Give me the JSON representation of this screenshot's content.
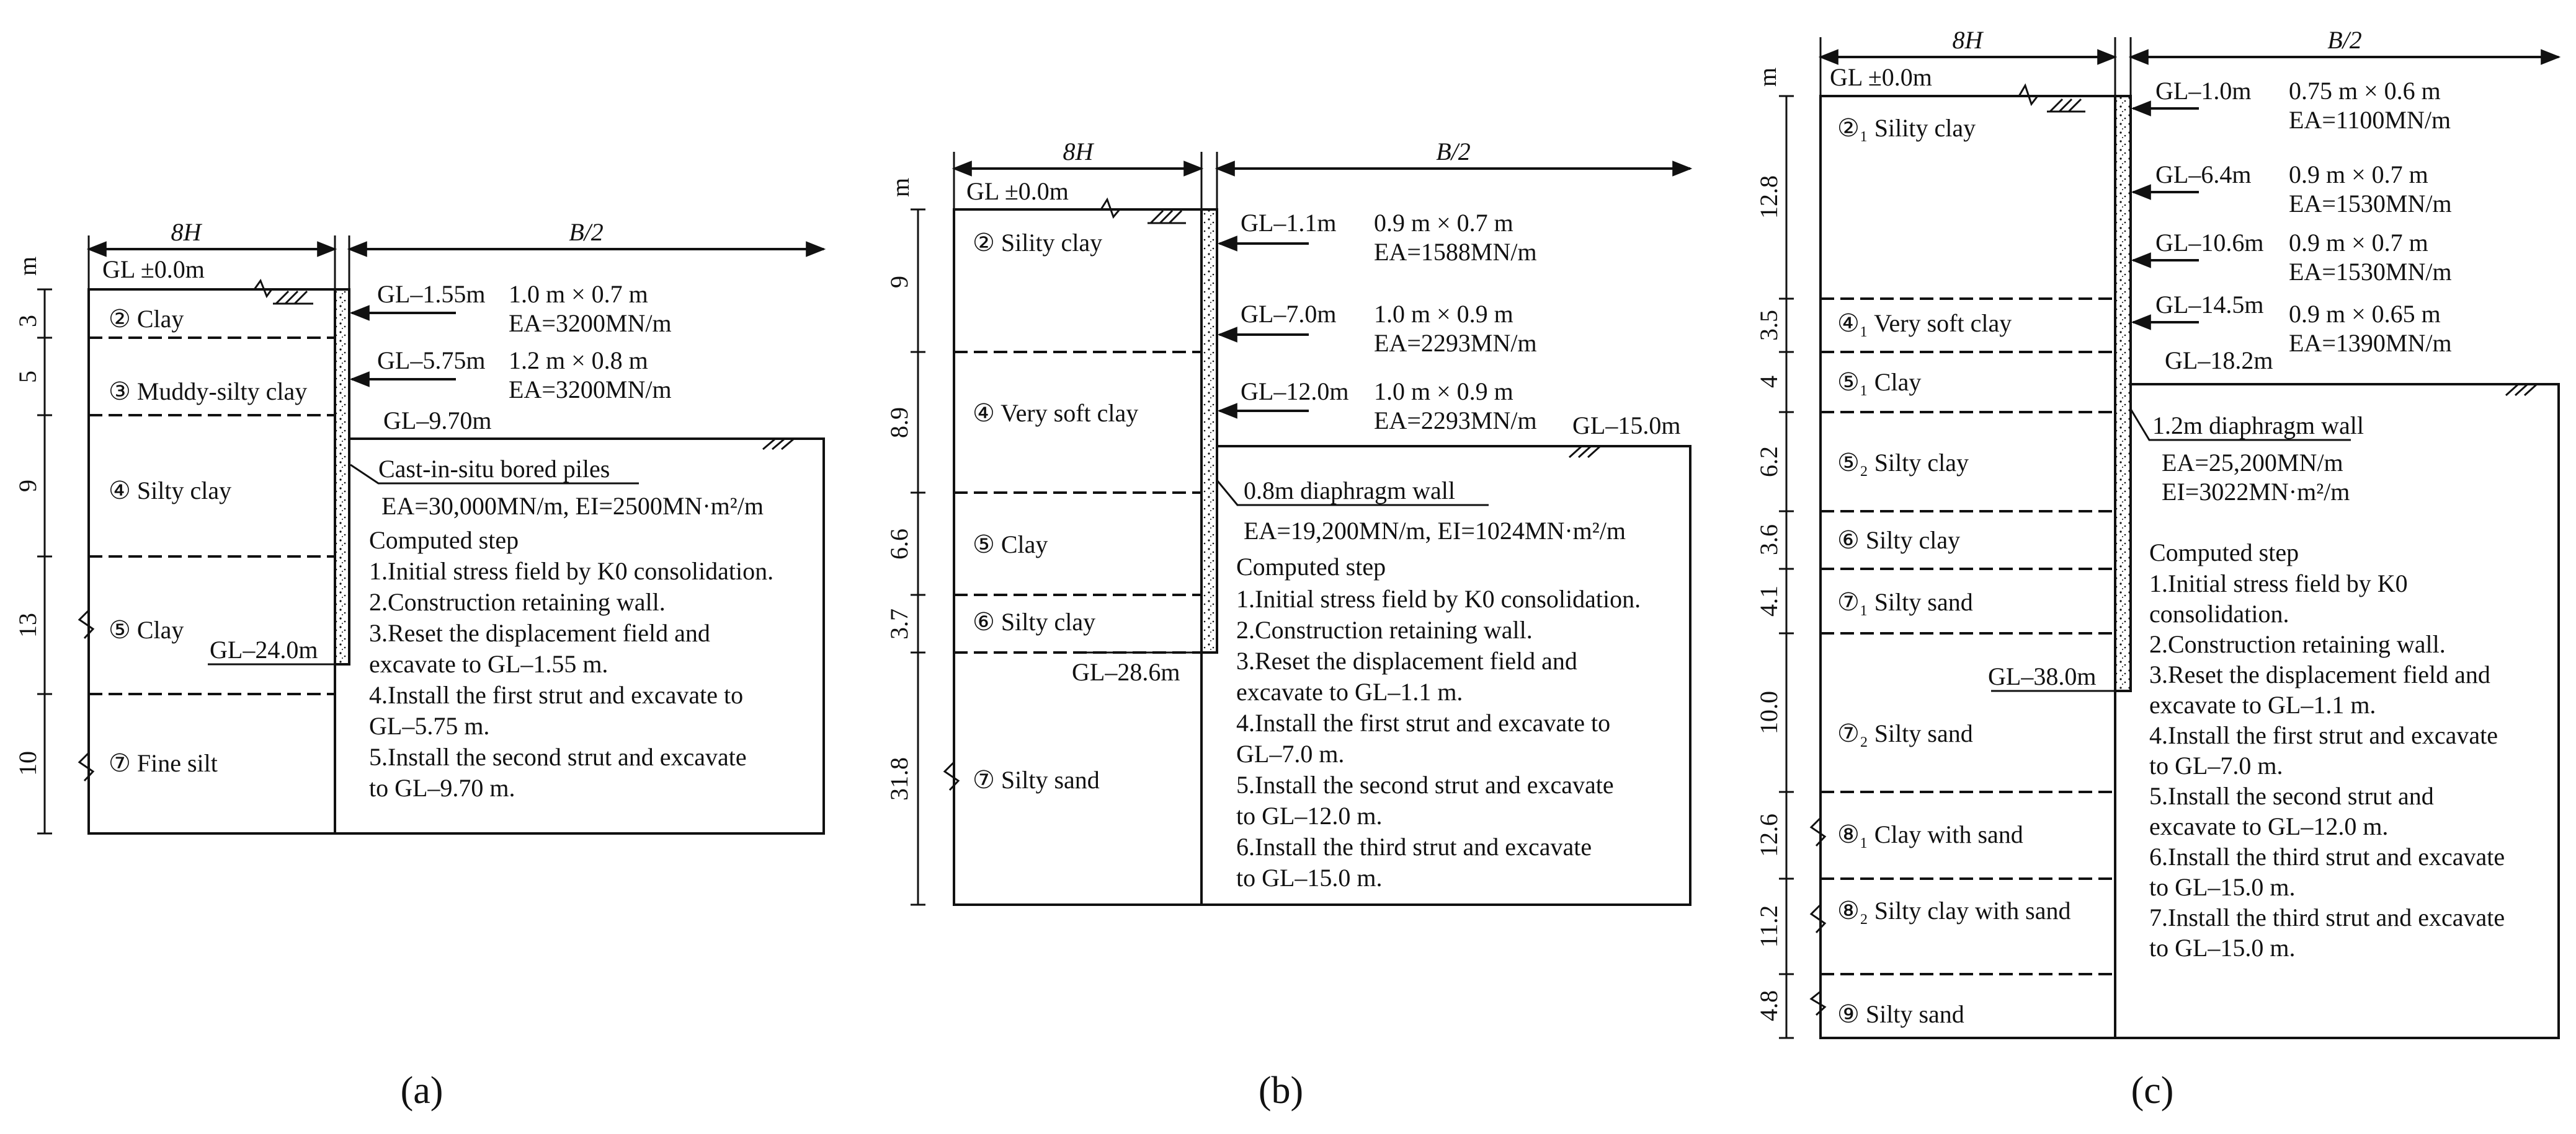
{
  "common": {
    "width_label": "8H",
    "half_width_label": "B/2",
    "depth_unit": "m",
    "ground_level": "GL ±0.0m",
    "computed_step_heading": "Computed step"
  },
  "panels": [
    {
      "id": "a",
      "caption": "(a)",
      "layers": [
        {
          "thickness": "3",
          "name": "② Clay"
        },
        {
          "thickness": "5",
          "name": "③ Muddy-silty clay"
        },
        {
          "thickness": "9",
          "name": "④ Silty  clay"
        },
        {
          "thickness": "13",
          "name": "⑤ Clay"
        },
        {
          "thickness": "10",
          "name": "⑦ Fine silt"
        }
      ],
      "struts": [
        {
          "level": "GL–1.55m",
          "size": "1.0 m × 0.7 m",
          "ea": "EA=3200MN/m"
        },
        {
          "level": "GL–5.75m",
          "size": "1.2 m × 0.8 m",
          "ea": "EA=3200MN/m"
        }
      ],
      "excavation_level": "GL–9.70m",
      "wall_bottom_level": "GL–24.0m",
      "wall_name": "Cast-in-situ bored piles",
      "wall_props": [
        "EA=30,000MN/m, EI=2500MN·m²/m"
      ],
      "steps": [
        "1.Initial stress field by K0 consolidation.",
        "2.Construction retaining wall.",
        "3.Reset the displacement field and",
        "   excavate to GL–1.55 m.",
        "4.Install the first strut and excavate to",
        "   GL–5.75 m.",
        "5.Install the second strut and excavate",
        "   to GL–9.70 m."
      ]
    },
    {
      "id": "b",
      "caption": "(b)",
      "layers": [
        {
          "thickness": "9",
          "name": "② Sility clay"
        },
        {
          "thickness": "8.9",
          "name": "④ Very soft  clay"
        },
        {
          "thickness": "6.6",
          "name": "⑤ Clay"
        },
        {
          "thickness": "3.7",
          "name": "⑥ Silty clay"
        },
        {
          "thickness": "31.8",
          "name": "⑦ Silty sand"
        }
      ],
      "struts": [
        {
          "level": "GL–1.1m",
          "size": "0.9 m × 0.7 m",
          "ea": "EA=1588MN/m"
        },
        {
          "level": "GL–7.0m",
          "size": "1.0 m × 0.9 m",
          "ea": "EA=2293MN/m"
        },
        {
          "level": "GL–12.0m",
          "size": "1.0 m × 0.9 m",
          "ea": "EA=2293MN/m"
        }
      ],
      "excavation_level": "GL–15.0m",
      "wall_bottom_level": "GL–28.6m",
      "wall_name": "0.8m diaphragm wall",
      "wall_props": [
        "EA=19,200MN/m,  EI=1024MN·m²/m"
      ],
      "steps": [
        "1.Initial stress field by K0 consolidation.",
        "2.Construction retaining wall.",
        "3.Reset the displacement field and",
        "   excavate to GL–1.1 m.",
        "4.Install the first strut and excavate to",
        "   GL–7.0 m.",
        "5.Install the second strut and excavate",
        "   to GL–12.0 m.",
        "6.Install the third strut and excavate",
        "   to GL–15.0 m."
      ]
    },
    {
      "id": "c",
      "caption": "(c)",
      "layers": [
        {
          "thickness": "12.8",
          "name": "②₁ Sility clay"
        },
        {
          "thickness": "3.5",
          "name": "④₁ Very soft  clay"
        },
        {
          "thickness": "4",
          "name": "⑤₁ Clay"
        },
        {
          "thickness": "6.2",
          "name": "⑤₂ Silty clay"
        },
        {
          "thickness": "3.6",
          "name": "⑥ Silty clay"
        },
        {
          "thickness": "4.1",
          "name": "⑦₁ Silty sand"
        },
        {
          "thickness": "10.0",
          "name": "⑦₂ Silty sand"
        },
        {
          "thickness": "12.6",
          "name": "⑧₁ Clay with sand"
        },
        {
          "thickness": "11.2",
          "name": "⑧₂ Silty clay with sand"
        },
        {
          "thickness": "4.8",
          "name": "⑨ Silty sand"
        }
      ],
      "struts": [
        {
          "level": "GL–1.0m",
          "size": "0.75 m × 0.6 m",
          "ea": "EA=1100MN/m"
        },
        {
          "level": "GL–6.4m",
          "size": "0.9 m × 0.7 m",
          "ea": "EA=1530MN/m"
        },
        {
          "level": "GL–10.6m",
          "size": "0.9 m × 0.7 m",
          "ea": "EA=1530MN/m"
        },
        {
          "level": "GL–14.5m",
          "size": "0.9 m × 0.65 m",
          "ea": "EA=1390MN/m"
        }
      ],
      "excavation_level": "GL–18.2m",
      "wall_bottom_level": "GL–38.0m",
      "wall_name": "1.2m diaphragm wall",
      "wall_props": [
        "EA=25,200MN/m",
        "EI=3022MN·m²/m"
      ],
      "steps": [
        "1.Initial stress field by K0",
        "   consolidation.",
        "2.Construction retaining wall.",
        "3.Reset the displacement field and",
        "   excavate to GL–1.1 m.",
        "4.Install the first strut and excavate",
        "   to GL–7.0 m.",
        "5.Install the second strut and",
        "   excavate to GL–12.0 m.",
        "6.Install the third strut and excavate",
        "   to GL–15.0 m.",
        "7.Install the third strut and excavate",
        "   to GL–15.0 m."
      ]
    }
  ]
}
